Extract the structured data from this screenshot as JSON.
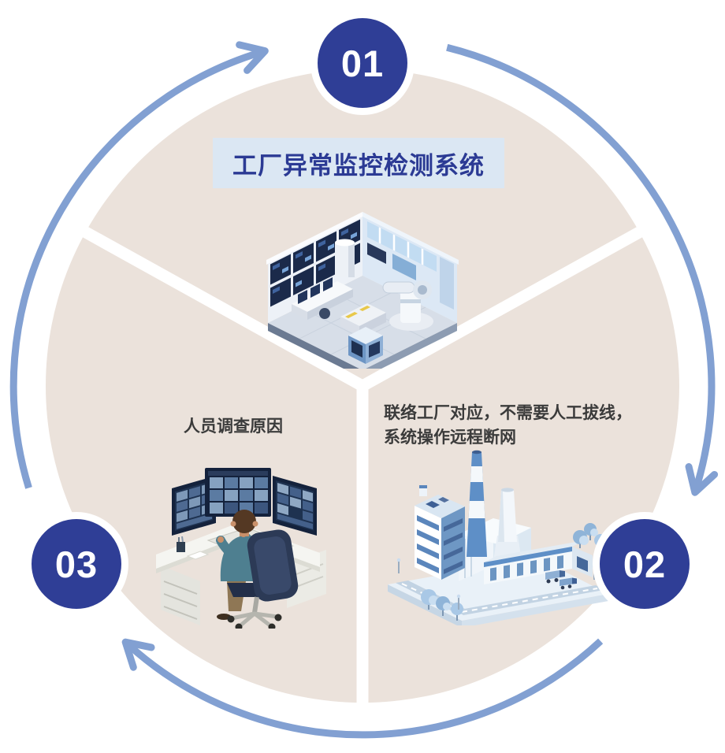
{
  "diagram": {
    "type": "cycle-diagram",
    "title": "工厂异常监控检测系统",
    "steps": [
      {
        "number": "01",
        "label": "工厂异常监控检测系统",
        "illustration": "factory-abnormality-monitoring-control-room"
      },
      {
        "number": "02",
        "label": "联络工厂对应，不需要人工拔线，系统操作远程断网",
        "label_line1": "联络工厂对应，不需要人工拔线，",
        "label_line2": "系统操作远程断网",
        "illustration": "factory-building-with-chimneys"
      },
      {
        "number": "03",
        "label": "人员调查原因",
        "illustration": "operator-monitoring-cctv-desk"
      }
    ],
    "colors": {
      "badge_blue": "#2F3E96",
      "arrow_blue": "#82A0D2",
      "segment_beige": "#EBE2DB",
      "title_text_blue": "#2B3A94",
      "title_highlight_bg": "#DBE7F3",
      "body_text": "#3B3B3B"
    }
  }
}
